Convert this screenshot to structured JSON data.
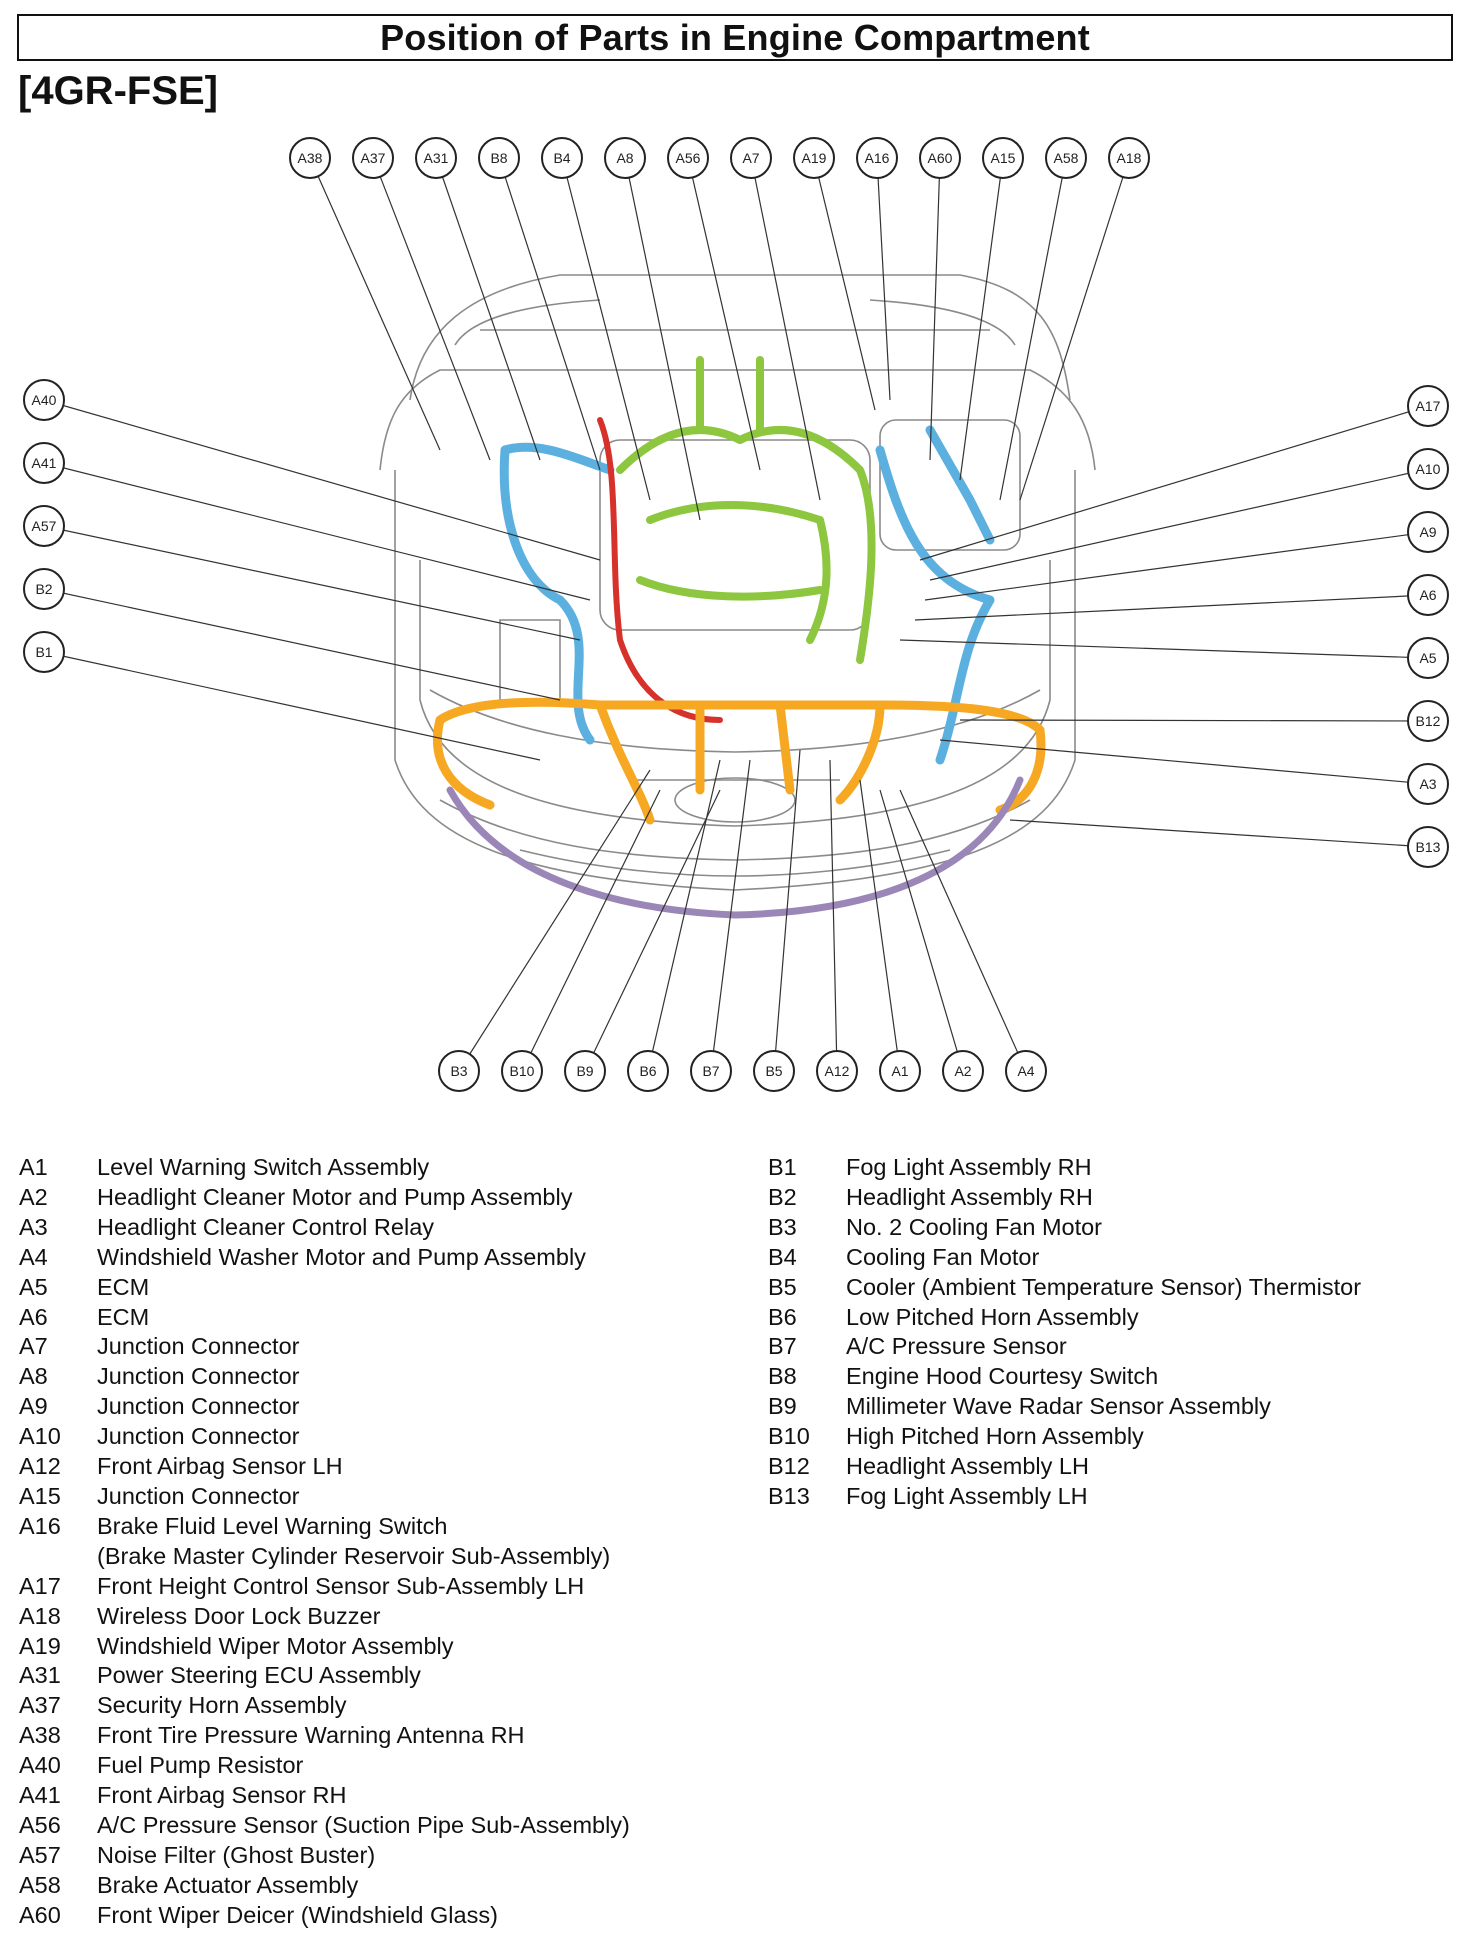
{
  "page": {
    "title": "Position of Parts in Engine Compartment",
    "subtitle": "[4GR-FSE]"
  },
  "callouts": {
    "top": [
      "A38",
      "A37",
      "A31",
      "B8",
      "B4",
      "A8",
      "A56",
      "A7",
      "A19",
      "A16",
      "A60",
      "A15",
      "A58",
      "A18"
    ],
    "left": [
      "A40",
      "A41",
      "A57",
      "B2",
      "B1"
    ],
    "right": [
      "A17",
      "A10",
      "A9",
      "A6",
      "A5",
      "B12",
      "A3",
      "B13"
    ],
    "bottom": [
      "B3",
      "B10",
      "B9",
      "B6",
      "B7",
      "B5",
      "A12",
      "A1",
      "A2",
      "A4"
    ]
  },
  "harness_colors": {
    "engine_room": "#5bb0e0",
    "engine_wire": "#8dc63f",
    "main_wire": "#f7a823",
    "bumper_wire": "#9b86b8",
    "battery_wire": "#d6312b",
    "drawing_lines": "#8a8a8a"
  },
  "legend": {
    "left": [
      {
        "code": "A1",
        "name": "Level Warning Switch Assembly"
      },
      {
        "code": "A2",
        "name": "Headlight Cleaner Motor and Pump Assembly"
      },
      {
        "code": "A3",
        "name": "Headlight Cleaner Control Relay"
      },
      {
        "code": "A4",
        "name": "Windshield Washer Motor and Pump Assembly"
      },
      {
        "code": "A5",
        "name": "ECM"
      },
      {
        "code": "A6",
        "name": "ECM"
      },
      {
        "code": "A7",
        "name": "Junction Connector"
      },
      {
        "code": "A8",
        "name": "Junction Connector"
      },
      {
        "code": "A9",
        "name": "Junction Connector"
      },
      {
        "code": "A10",
        "name": "Junction Connector"
      },
      {
        "code": "A12",
        "name": "Front Airbag Sensor LH"
      },
      {
        "code": "A15",
        "name": "Junction Connector"
      },
      {
        "code": "A16",
        "name": "Brake Fluid Level Warning Switch"
      },
      {
        "code": "",
        "name": "(Brake Master Cylinder Reservoir Sub-Assembly)"
      },
      {
        "code": "A17",
        "name": "Front Height Control Sensor Sub-Assembly LH"
      },
      {
        "code": "A18",
        "name": "Wireless Door Lock Buzzer"
      },
      {
        "code": "A19",
        "name": "Windshield Wiper Motor Assembly"
      },
      {
        "code": "A31",
        "name": "Power Steering ECU Assembly"
      },
      {
        "code": "A37",
        "name": "Security Horn Assembly"
      },
      {
        "code": "A38",
        "name": "Front Tire Pressure Warning Antenna RH"
      },
      {
        "code": "A40",
        "name": "Fuel Pump Resistor"
      },
      {
        "code": "A41",
        "name": "Front Airbag Sensor RH"
      },
      {
        "code": "A56",
        "name": "A/C Pressure Sensor (Suction Pipe Sub-Assembly)"
      },
      {
        "code": "A57",
        "name": "Noise Filter (Ghost Buster)"
      },
      {
        "code": "A58",
        "name": "Brake Actuator Assembly"
      },
      {
        "code": "A60",
        "name": "Front Wiper Deicer (Windshield Glass)"
      }
    ],
    "right": [
      {
        "code": "B1",
        "name": "Fog Light Assembly RH"
      },
      {
        "code": "B2",
        "name": "Headlight Assembly RH"
      },
      {
        "code": "B3",
        "name": "No. 2 Cooling Fan Motor"
      },
      {
        "code": "B4",
        "name": "Cooling Fan Motor"
      },
      {
        "code": "B5",
        "name": "Cooler (Ambient Temperature Sensor) Thermistor"
      },
      {
        "code": "B6",
        "name": "Low Pitched Horn Assembly"
      },
      {
        "code": "B7",
        "name": "A/C Pressure Sensor"
      },
      {
        "code": "B8",
        "name": "Engine Hood Courtesy Switch"
      },
      {
        "code": "B9",
        "name": "Millimeter Wave Radar Sensor Assembly"
      },
      {
        "code": "B10",
        "name": "High Pitched Horn Assembly"
      },
      {
        "code": "B12",
        "name": "Headlight Assembly LH"
      },
      {
        "code": "B13",
        "name": "Fog Light Assembly LH"
      }
    ]
  }
}
